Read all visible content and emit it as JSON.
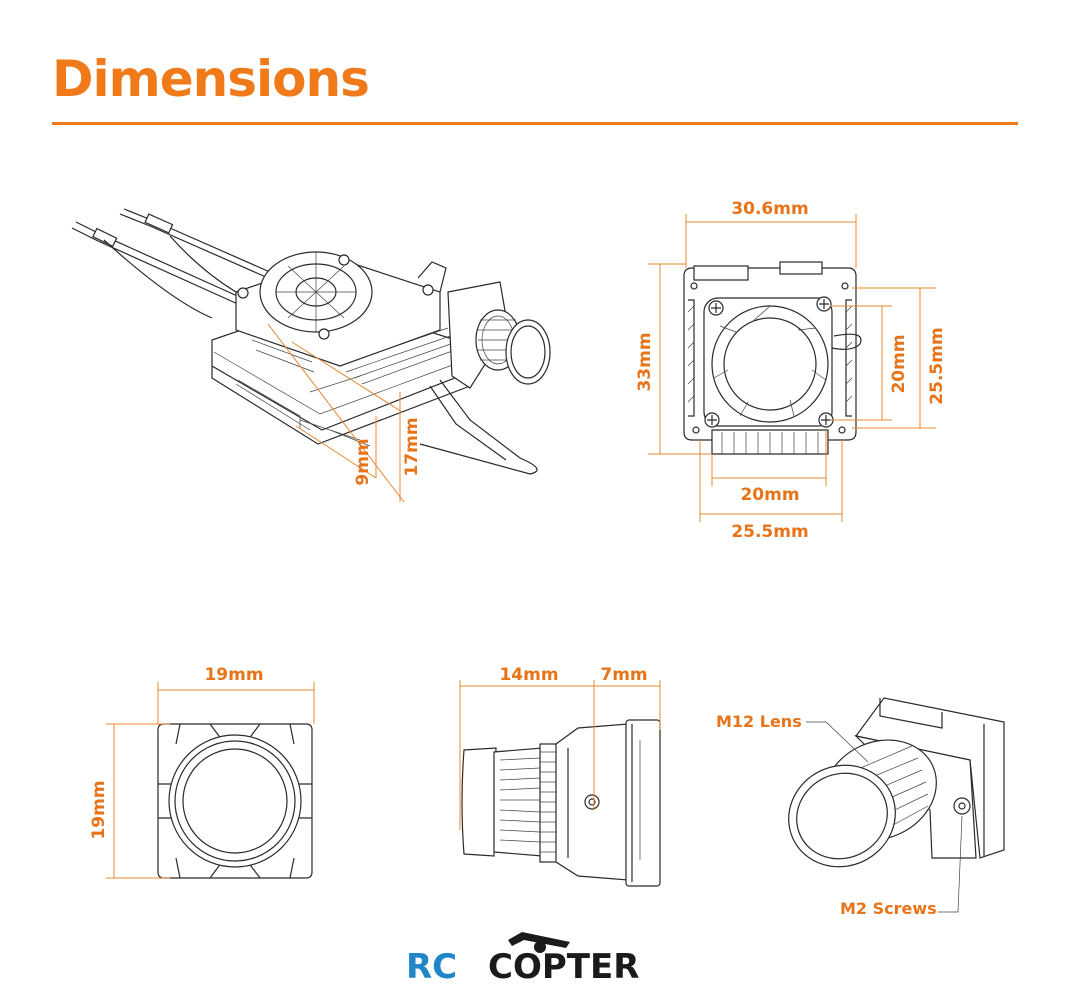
{
  "title": "Dimensions",
  "isometric_view": {
    "labels": {
      "d9": "9mm",
      "d17": "17mm"
    }
  },
  "front_view": {
    "labels": {
      "width_top": "30.6mm",
      "height_left": "33mm",
      "height_inner": "20mm",
      "height_outer": "25.5mm",
      "width_inner": "20mm",
      "width_bottom": "25.5mm"
    }
  },
  "camera_front": {
    "labels": {
      "width": "19mm",
      "height": "19mm"
    }
  },
  "camera_side": {
    "labels": {
      "lens_length": "14mm",
      "body_length": "7mm"
    }
  },
  "camera_perspective": {
    "callouts": {
      "lens": "M12 Lens",
      "screws": "M2 Screws"
    }
  },
  "logo": {
    "part1": "RC",
    "part2": "COPTER",
    "color_accent": "#1f86c8",
    "color_main": "#1a1a1a"
  },
  "colors": {
    "accent": "#f07a19",
    "line": "#2a2a2a"
  }
}
